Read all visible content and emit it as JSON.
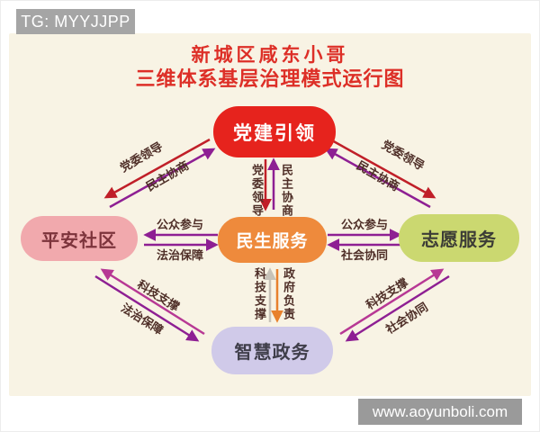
{
  "watermarks": {
    "top": "TG: MYYJJPP",
    "bottom": "www.aoyunboli.com"
  },
  "title": {
    "line1": "新城区咸东小哥",
    "line2": "三维体系基层治理模式运行图"
  },
  "nodes": {
    "party_building": "党建引领",
    "safe_community": "平安社区",
    "livelihood_service": "民生服务",
    "volunteer_service": "志愿服务",
    "smart_government": "智慧政务"
  },
  "edge_labels": {
    "party_committee_leadership": "党委领导",
    "democratic_consultation": "民主协商",
    "public_participation": "公众参与",
    "rule_of_law_guarantee": "法治保障",
    "social_coordination": "社会协同",
    "technology_support": "科技支撑",
    "government_responsibility": "政府负责"
  },
  "colors": {
    "title_red": "#dd2f27",
    "node_party_building": "#e6231d",
    "node_safe_community": "#f1a9ad",
    "node_livelihood": "#ee8a3c",
    "node_volunteer": "#cbd870",
    "node_smart_government": "#d0cae9",
    "arrow_red": "#c01f28",
    "arrow_purple": "#8e1f93",
    "arrow_magenta": "#b73894",
    "arrow_orange": "#e8812d",
    "arrow_gray": "#c6c2b8",
    "canvas_cream": "#f8f3e4",
    "watermark_gray": "#a5a5a5",
    "edge_label_maroon": "#4f2f28"
  }
}
